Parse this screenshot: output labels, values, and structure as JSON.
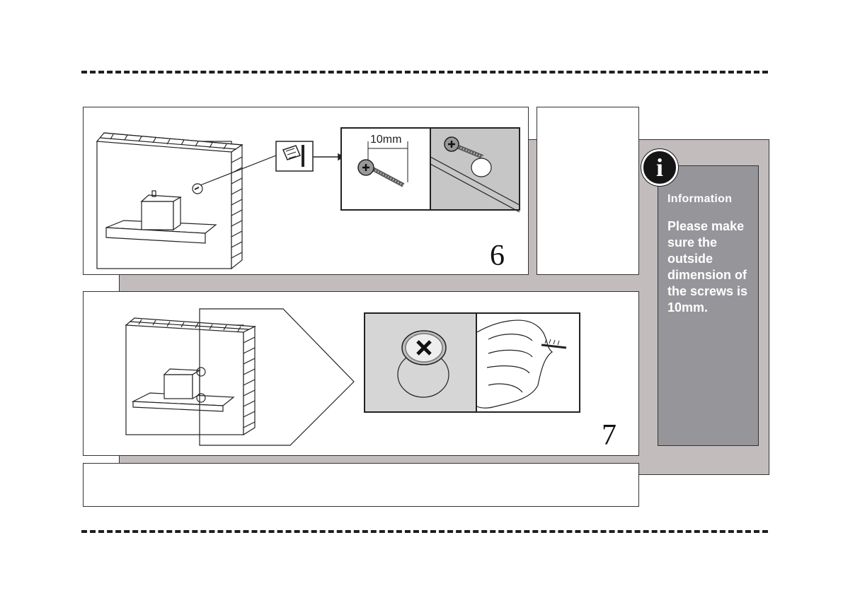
{
  "steps": {
    "step6": {
      "number": "6",
      "measurement_label": "10mm"
    },
    "step7": {
      "number": "7"
    }
  },
  "info": {
    "title": "Information",
    "text": "Please make sure the outside dimension of the screws is 10mm."
  },
  "colors": {
    "backdrop": "#c2bcbc",
    "info_box": "#96969a",
    "line": "#1e1e1e"
  },
  "icons": [
    "info-icon",
    "screw-icon",
    "tool-icon",
    "x-mark-icon",
    "hand-icon"
  ]
}
